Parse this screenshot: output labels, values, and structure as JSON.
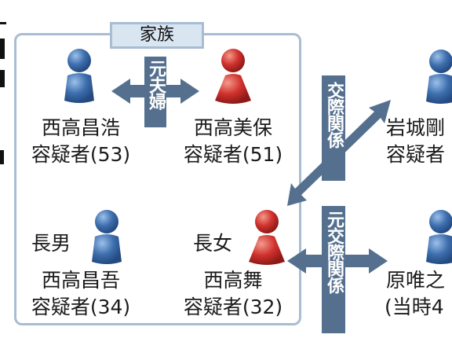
{
  "family_box": {
    "title": "家族"
  },
  "people": {
    "father": {
      "name": "西高昌浩",
      "status": "容疑者(53)"
    },
    "mother": {
      "name": "西高美保",
      "status": "容疑者(51)"
    },
    "son": {
      "role": "長男",
      "name": "西高昌吾",
      "status": "容疑者(34)"
    },
    "daughter": {
      "role": "長女",
      "name": "西高舞",
      "status": "容疑者(32)"
    },
    "iwaki": {
      "name": "岩城剛",
      "status": "容疑者"
    },
    "hara": {
      "name": "原唯之",
      "status": "(当時4"
    }
  },
  "relations": {
    "ex_couple": "元夫婦",
    "dating": "交際関係",
    "ex_dating": "元交際関係"
  },
  "colors": {
    "blue": "#3e6fae",
    "red": "#d0312d",
    "arrow": "#55708f",
    "box_border": "#a9bdd2",
    "title_bg": "#d9e5f1"
  }
}
